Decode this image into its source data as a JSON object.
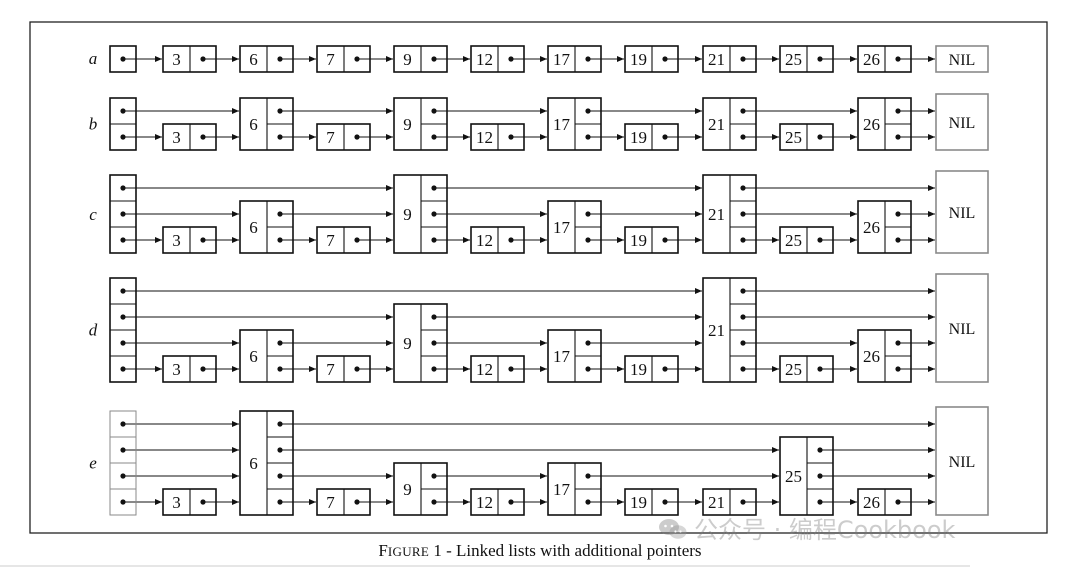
{
  "figure": {
    "caption_lead": "F",
    "caption_smallcaps": "IGURE",
    "caption_rest": " 1 - Linked lists with additional pointers",
    "nil_label": "NIL",
    "lists": [
      {
        "label": "a",
        "nodes": [
          {
            "key": "",
            "levels": 1
          },
          {
            "key": "3",
            "levels": 1
          },
          {
            "key": "6",
            "levels": 1
          },
          {
            "key": "7",
            "levels": 1
          },
          {
            "key": "9",
            "levels": 1
          },
          {
            "key": "12",
            "levels": 1
          },
          {
            "key": "17",
            "levels": 1
          },
          {
            "key": "19",
            "levels": 1
          },
          {
            "key": "21",
            "levels": 1
          },
          {
            "key": "25",
            "levels": 1
          },
          {
            "key": "26",
            "levels": 1
          }
        ]
      },
      {
        "label": "b",
        "nodes": [
          {
            "key": "",
            "levels": 2
          },
          {
            "key": "3",
            "levels": 1
          },
          {
            "key": "6",
            "levels": 2
          },
          {
            "key": "7",
            "levels": 1
          },
          {
            "key": "9",
            "levels": 2
          },
          {
            "key": "12",
            "levels": 1
          },
          {
            "key": "17",
            "levels": 2
          },
          {
            "key": "19",
            "levels": 1
          },
          {
            "key": "21",
            "levels": 2
          },
          {
            "key": "25",
            "levels": 1
          },
          {
            "key": "26",
            "levels": 2
          }
        ]
      },
      {
        "label": "c",
        "nodes": [
          {
            "key": "",
            "levels": 3
          },
          {
            "key": "3",
            "levels": 1
          },
          {
            "key": "6",
            "levels": 2
          },
          {
            "key": "7",
            "levels": 1
          },
          {
            "key": "9",
            "levels": 3
          },
          {
            "key": "12",
            "levels": 1
          },
          {
            "key": "17",
            "levels": 2
          },
          {
            "key": "19",
            "levels": 1
          },
          {
            "key": "21",
            "levels": 3
          },
          {
            "key": "25",
            "levels": 1
          },
          {
            "key": "26",
            "levels": 2
          }
        ]
      },
      {
        "label": "d",
        "nodes": [
          {
            "key": "",
            "levels": 4
          },
          {
            "key": "3",
            "levels": 1
          },
          {
            "key": "6",
            "levels": 2
          },
          {
            "key": "7",
            "levels": 1
          },
          {
            "key": "9",
            "levels": 3
          },
          {
            "key": "12",
            "levels": 1
          },
          {
            "key": "17",
            "levels": 2
          },
          {
            "key": "19",
            "levels": 1
          },
          {
            "key": "21",
            "levels": 4
          },
          {
            "key": "25",
            "levels": 1
          },
          {
            "key": "26",
            "levels": 2
          }
        ]
      },
      {
        "label": "e",
        "nodes": [
          {
            "key": "",
            "levels": 4
          },
          {
            "key": "3",
            "levels": 1
          },
          {
            "key": "6",
            "levels": 4
          },
          {
            "key": "7",
            "levels": 1
          },
          {
            "key": "9",
            "levels": 2
          },
          {
            "key": "12",
            "levels": 1
          },
          {
            "key": "17",
            "levels": 2
          },
          {
            "key": "19",
            "levels": 1
          },
          {
            "key": "21",
            "levels": 1
          },
          {
            "key": "25",
            "levels": 3
          },
          {
            "key": "26",
            "levels": 1
          }
        ]
      }
    ]
  },
  "watermark": {
    "text": "公众号 · 编程Cookbook",
    "icon": "wechat-icon"
  },
  "colors": {
    "ink": "#111111",
    "nil_border": "#8a8a8a",
    "head_e_border": "#8a8a8a",
    "watermark": "#9a9a9a"
  }
}
